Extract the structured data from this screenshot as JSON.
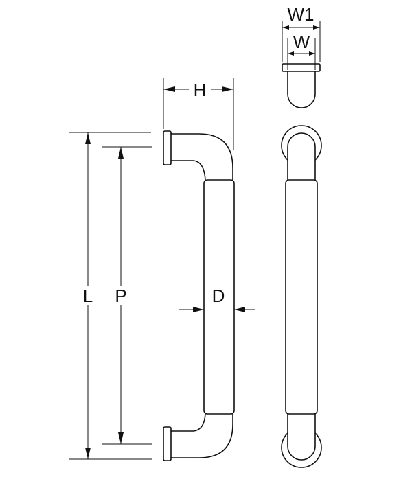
{
  "labels": {
    "h": "H",
    "d": "D",
    "l": "L",
    "p": "P",
    "w": "W",
    "w1": "W1"
  },
  "colors": {
    "line": "#111111",
    "background": "#ffffff"
  }
}
